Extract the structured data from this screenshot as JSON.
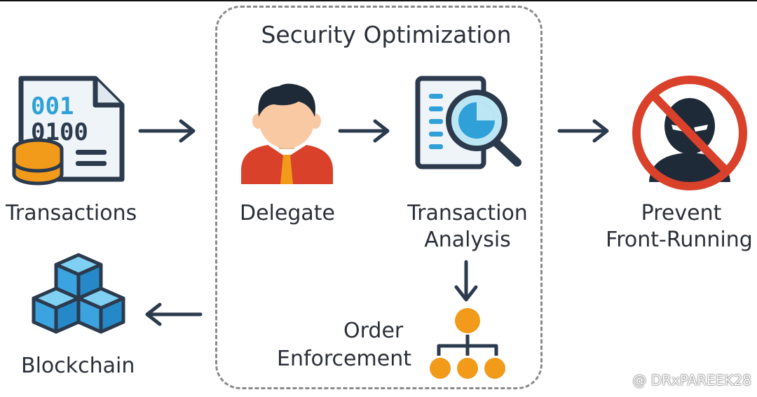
{
  "title": "Security Optimization",
  "nodes": {
    "transactions": {
      "label": "Transactions",
      "icon": "document-database-icon",
      "binary_line1": "001",
      "binary_line2": "0100"
    },
    "delegate": {
      "label": "Delegate",
      "icon": "person-icon"
    },
    "analysis": {
      "label_line1": "Transaction",
      "label_line2": "Analysis",
      "icon": "magnifier-report-icon"
    },
    "prevent": {
      "label_line1": "Prevent",
      "label_line2": "Front-Running",
      "icon": "prohibited-attacker-icon"
    },
    "order": {
      "label_line1": "Order",
      "label_line2": "Enforcement",
      "icon": "hierarchy-icon"
    },
    "blockchain": {
      "label": "Blockchain",
      "icon": "cubes-icon"
    }
  },
  "watermark": "@ DRxPAREEK28",
  "colors": {
    "dark": "#2b3a4d",
    "blue": "#2fa0d8",
    "orange": "#f29a1a",
    "red": "#d9412b",
    "skin": "#f9c9a3",
    "frame": "#8a8a8a"
  }
}
